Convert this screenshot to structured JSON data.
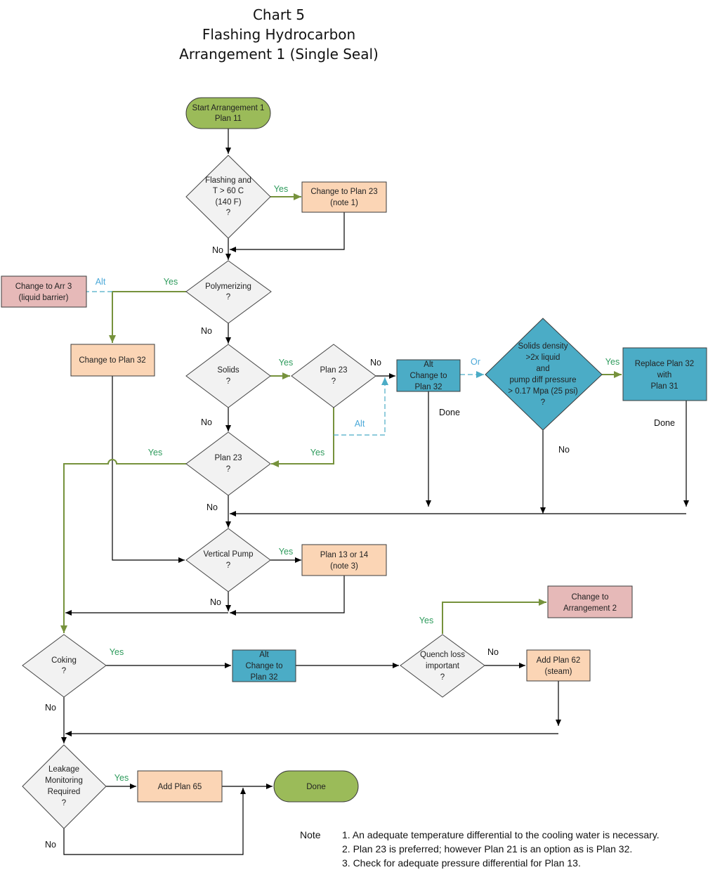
{
  "title": [
    "Chart 5",
    "Flashing Hydrocarbon",
    "Arrangement 1  (Single Seal)"
  ],
  "colors": {
    "terminal": "#9bbb59",
    "action": "#fbd5b5",
    "alt_change": "#4bacc6",
    "decision": "#f2f2f2",
    "arrangement": "#e6b9b8",
    "yes_line": "#76923c",
    "alt_line": "#4bacc6"
  },
  "nodes": {
    "start": [
      "Start Arrangement 1",
      "Plan 11"
    ],
    "flashing": [
      "Flashing and",
      "T > 60 C",
      "(140 F)",
      "?"
    ],
    "plan23_note1": [
      "Change to Plan 23",
      "(note 1)"
    ],
    "polymerizing": [
      "Polymerizing",
      "?"
    ],
    "arr3": [
      "Change to Arr 3",
      "(liquid barrier)"
    ],
    "plan32_left": [
      "Change to Plan 32"
    ],
    "solids": [
      "Solids",
      "?"
    ],
    "plan23_q": [
      "Plan 23",
      "?"
    ],
    "alt_plan32_top": [
      "Alt",
      "Change to",
      "Plan 32"
    ],
    "solids_density": [
      "Solids density",
      ">2x liquid",
      "and",
      "pump diff pressure",
      "> 0.17 Mpa (25 psi)",
      "?"
    ],
    "replace_plan32": [
      "Replace Plan 32",
      "with",
      "Plan 31"
    ],
    "plan23_q2": [
      "Plan 23",
      "?"
    ],
    "vertical_pump": [
      "Vertical Pump",
      "?"
    ],
    "plan13_14": [
      "Plan 13 or 14",
      "(note 3)"
    ],
    "arr2": [
      "Change to",
      "Arrangement 2"
    ],
    "coking": [
      "Coking",
      "?"
    ],
    "alt_plan32_mid": [
      "Alt",
      "Change to",
      "Plan 32"
    ],
    "quench": [
      "Quench loss",
      "important",
      "?"
    ],
    "plan62": [
      "Add Plan 62",
      "(steam)"
    ],
    "leakage": [
      "Leakage",
      "Monitoring",
      "Required",
      "?"
    ],
    "plan65": [
      "Add Plan 65"
    ],
    "done": [
      "Done"
    ]
  },
  "edge_labels": {
    "yes": "Yes",
    "no": "No",
    "alt": "Alt",
    "or": "Or",
    "done": "Done"
  },
  "notes": {
    "heading": "Note",
    "items": [
      "1.  An adequate temperature differential to the cooling water is necessary.",
      "2.  Plan 23 is preferred; however Plan 21 is an option as is Plan 32.",
      "3.  Check for adequate pressure differential for Plan 13."
    ]
  }
}
